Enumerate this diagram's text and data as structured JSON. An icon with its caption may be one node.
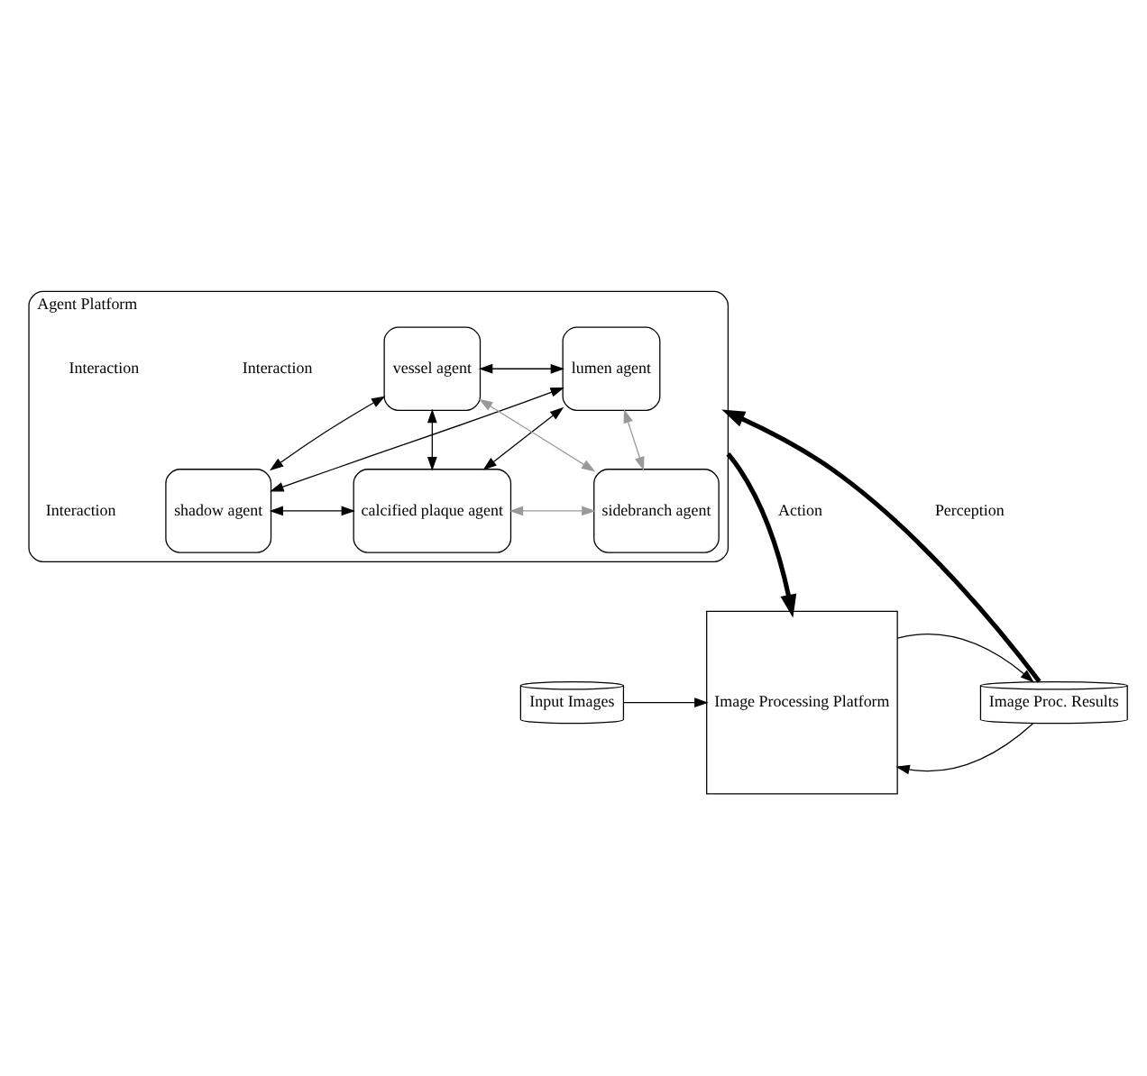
{
  "diagram": {
    "nodes": [
      {
        "text": [
          "Agent Platform"
        ]
      },
      {
        "text": [
          "lumen agent"
        ],
        "in": 0
      },
      {
        "text": [
          "vessel agent"
        ],
        "in": 0
      },
      {
        "text": [
          "shadow agent"
        ],
        "in": 0
      },
      {
        "text": [
          "calcified plaque agent"
        ],
        "in": 0
      },
      {
        "text": [
          "sidebranch agent"
        ],
        "in": 0
      },
      {
        "text": [
          "Image Proc. Results"
        ]
      },
      {
        "text": [
          "Image Processing Platform"
        ]
      },
      {
        "text": [
          "Input Images"
        ]
      }
    ],
    "edges": [
      {
        "from": 1,
        "to": 2,
        "arrow": "both"
      },
      {
        "from": 1,
        "to": 3,
        "arrow": "both"
      },
      {
        "from": 2,
        "to": 3,
        "arrow": "both"
      },
      {
        "from": 1,
        "to": 4,
        "arrow": "both"
      },
      {
        "from": 2,
        "to": 4,
        "arrow": "both"
      },
      {
        "from": 3,
        "to": 4,
        "arrow": "both"
      },
      {
        "from": 1,
        "to": 5,
        "arrow": "both",
        "color": "#999999"
      },
      {
        "from": 2,
        "to": 5,
        "arrow": "both",
        "color": "#999999"
      },
      {
        "from": 4,
        "to": 5,
        "arrow": "both",
        "color": "#999999"
      },
      {
        "from": 6,
        "to": 0,
        "arrow": "to",
        "label": "Perception",
        "style": "thick"
      },
      {
        "from": 0,
        "to": 7,
        "arrow": "to",
        "label": "Action",
        "style": "thick"
      },
      {
        "from": 6,
        "to": 7,
        "arrow": "to"
      },
      {
        "from": 7,
        "to": 6,
        "arrow": "to"
      },
      {
        "from": 8,
        "to": 7,
        "arrow": "to"
      }
    ],
    "labels": [
      "Interaction",
      "Interaction",
      "Interaction"
    ]
  }
}
